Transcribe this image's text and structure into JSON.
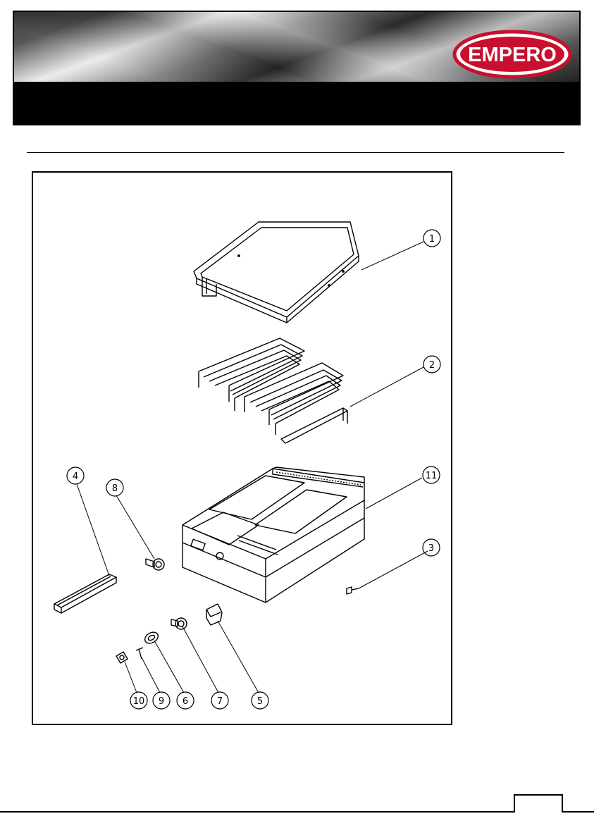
{
  "header": {
    "logo_text": "EMPERO",
    "brand_red": "#c8102e"
  },
  "diagram": {
    "callouts": [
      {
        "label": "1"
      },
      {
        "label": "2"
      },
      {
        "label": "11"
      },
      {
        "label": "3"
      },
      {
        "label": "4"
      },
      {
        "label": "8"
      },
      {
        "label": "10"
      },
      {
        "label": "9"
      },
      {
        "label": "6"
      },
      {
        "label": "7"
      },
      {
        "label": "5"
      }
    ]
  },
  "icons": {
    "logo": "empero-logo-icon"
  }
}
